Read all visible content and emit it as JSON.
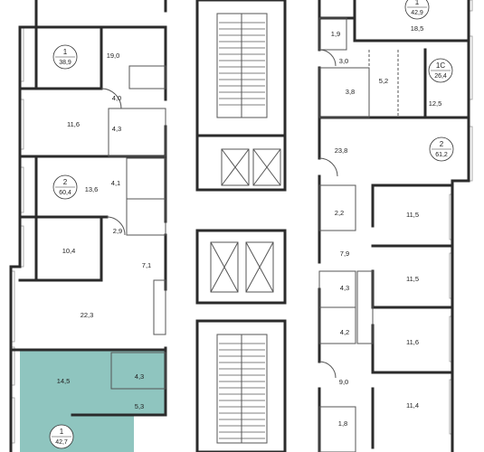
{
  "colors": {
    "wall": "#2b2b2b",
    "thin_wall": "#555555",
    "selected_apartment_fill": "#8fc5bf",
    "badge_fill": "#ffffff",
    "window": "#9a9a9a"
  },
  "apartments": [
    {
      "rooms": "1",
      "area": "38,9",
      "selected": false
    },
    {
      "rooms": "2",
      "area": "60,4",
      "selected": false
    },
    {
      "rooms": "1",
      "area": "42,7",
      "selected": true
    },
    {
      "rooms": "1",
      "area": "42,9",
      "selected": false
    },
    {
      "rooms": "1С",
      "area": "26,4",
      "selected": false
    },
    {
      "rooms": "2",
      "area": "61,2",
      "selected": false
    }
  ],
  "room_areas": [
    "19,0",
    "4,0",
    "11,6",
    "4,3",
    "13,6",
    "4,1",
    "2,9",
    "10,4",
    "7,1",
    "22,3",
    "14,5",
    "4,3",
    "5,3",
    "18,5",
    "1,9",
    "3,0",
    "5,2",
    "3,8",
    "12,5",
    "23,8",
    "2,2",
    "11,5",
    "7,9",
    "11,5",
    "4,3",
    "4,2",
    "11,6",
    "9,0",
    "11,4",
    "1,8"
  ]
}
